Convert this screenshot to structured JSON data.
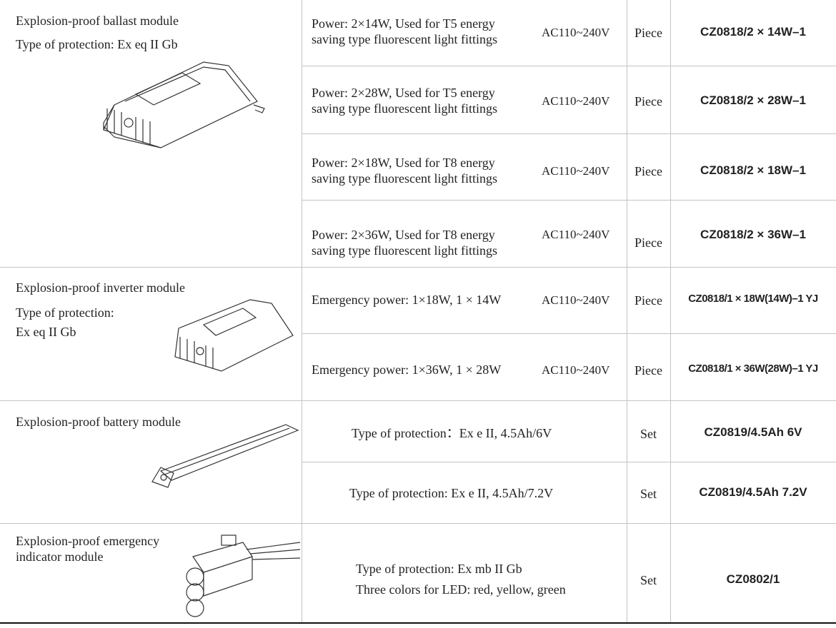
{
  "groups": [
    {
      "name": "Explosion-proof ballast module",
      "protection": "Type of protection: Ex eq II Gb"
    },
    {
      "name": "Explosion-proof inverter module",
      "protection_label": "Type of protection:",
      "protection_value": "Ex eq II Gb"
    },
    {
      "name": "Explosion-proof battery module"
    },
    {
      "name_line1": "Explosion-proof emergency",
      "name_line2": "indicator module"
    }
  ],
  "rows": [
    {
      "desc1": "Power: 2×14W, Used for T5 energy",
      "desc2": "saving type fluorescent light fittings",
      "voltage": "AC110~240V",
      "unit": "Piece",
      "code": "CZ0818/2 × 14W–1"
    },
    {
      "desc1": "Power: 2×28W, Used for T5 energy",
      "desc2": "saving type fluorescent light fittings",
      "voltage": "AC110~240V",
      "unit": "Piece",
      "code": "CZ0818/2 × 28W–1"
    },
    {
      "desc1": "Power: 2×18W, Used for T8 energy",
      "desc2": "saving type fluorescent light fittings",
      "voltage": "AC110~240V",
      "unit": "Piece",
      "code": "CZ0818/2 × 18W–1"
    },
    {
      "desc1": "Power: 2×36W, Used for T8 energy",
      "desc2": "saving type fluorescent light fittings",
      "voltage": "AC110~240V",
      "unit": "Piece",
      "code": "CZ0818/2 × 36W–1"
    },
    {
      "desc1": "Emergency power: 1×18W, 1 × 14W",
      "voltage": "AC110~240V",
      "unit": "Piece",
      "code": "CZ0818/1 × 18W(14W)–1 YJ"
    },
    {
      "desc1": "Emergency power: 1×36W, 1 × 28W",
      "voltage": "AC110~240V",
      "unit": "Piece",
      "code": "CZ0818/1 × 36W(28W)–1 YJ"
    },
    {
      "desc1": "Type of protection：Ex e II,  4.5Ah/6V",
      "unit": "Set",
      "code": "CZ0819/4.5Ah  6V"
    },
    {
      "desc1": "Type of protection: Ex e II,  4.5Ah/7.2V",
      "unit": "Set",
      "code": "CZ0819/4.5Ah  7.2V"
    },
    {
      "desc1": "Type of protection: Ex mb II Gb",
      "desc2": "Three colors for LED: red, yellow,  green",
      "unit": "Set",
      "code": "CZ0802/1"
    }
  ]
}
